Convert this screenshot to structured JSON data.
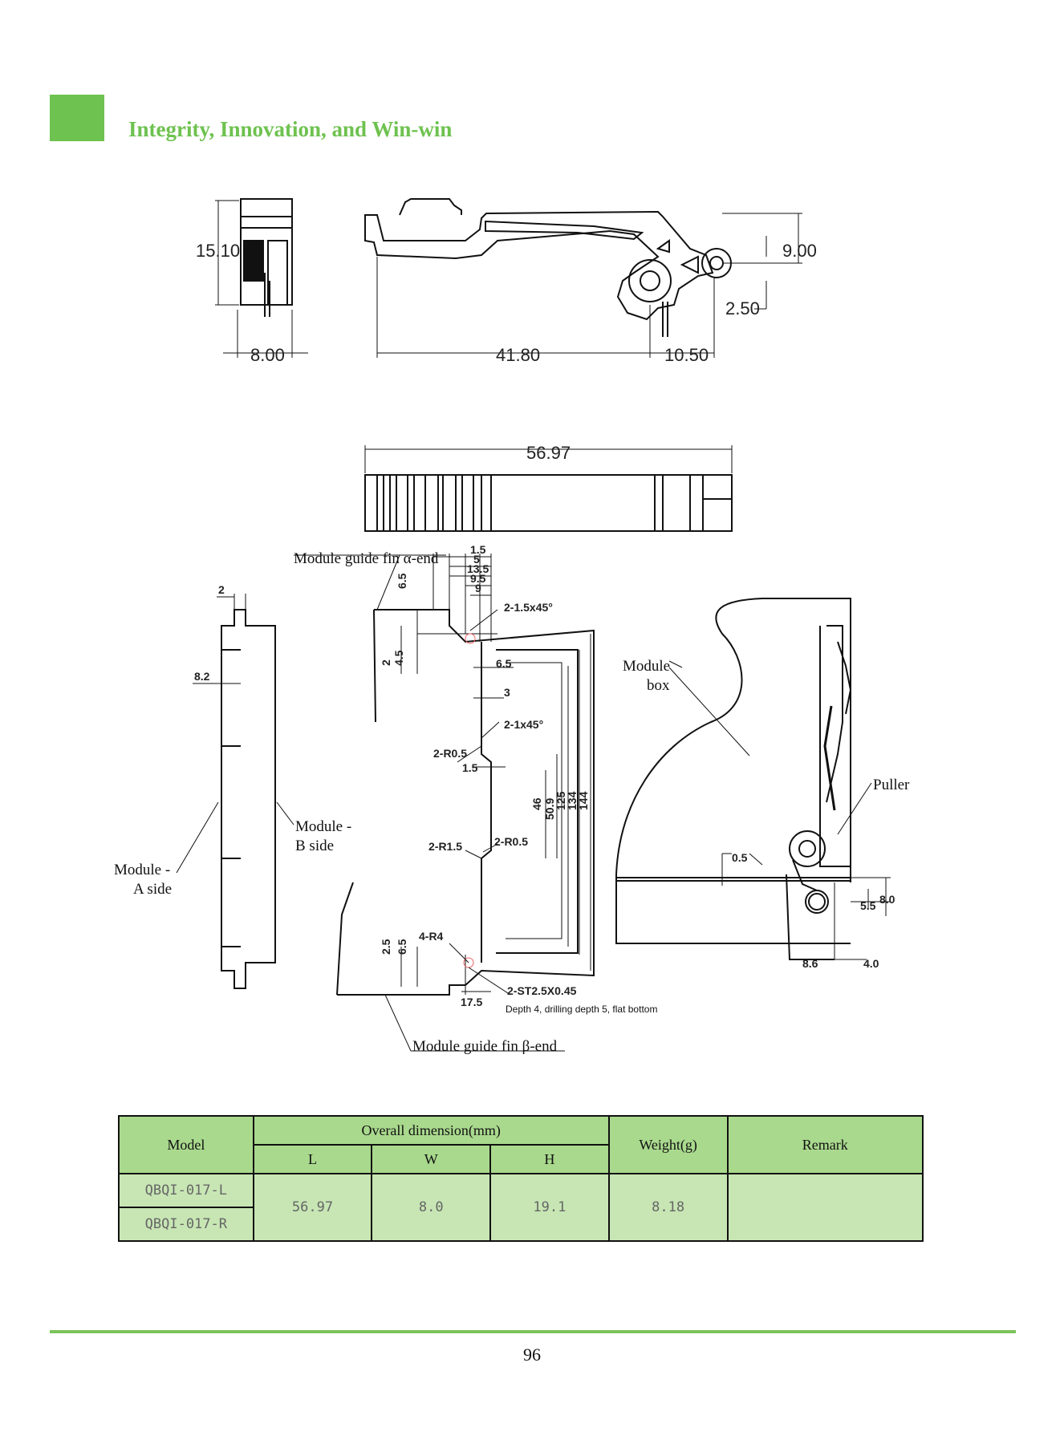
{
  "header": {
    "title": "Integrity, Innovation, and Win-win",
    "accent": "#6ec24f"
  },
  "drawing": {
    "dims_top": {
      "height": "15.10",
      "width": "8.00",
      "length": "41.80",
      "offset": "10.50",
      "v1": "9.00",
      "v2": "2.50"
    },
    "dims_mid": {
      "length": "56.97"
    },
    "labels": {
      "fin_alpha": "Module guide fin α-end",
      "fin_beta": "Module guide fin β-end",
      "b_side_1": "Module -",
      "b_side_2": "B side",
      "a_side_1": "Module -",
      "a_side_2": "A side",
      "box_1": "Module",
      "box_2": "box",
      "puller": "Puller",
      "note": "Depth 4, drilling depth 5, flat bottom"
    },
    "side_dims": {
      "d2": "2",
      "d82": "8.2"
    },
    "center_dims": [
      "1.5",
      "5",
      "13.5",
      "9.5",
      "9",
      "6.5",
      "2",
      "4.5",
      "6.5",
      "3",
      "2-1.5x45°",
      "2-1x45°",
      "2-R0.5",
      "1.5",
      "46",
      "50.9",
      "125",
      "134",
      "144",
      "2-R1.5",
      "2-R0.5",
      "4-R4",
      "2.5",
      "6.5",
      "17.5",
      "2-ST2.5X0.45"
    ],
    "right_dims": {
      "d05": "0.5",
      "d55": "5.5",
      "d80": "8.0",
      "d86": "8.6",
      "d40": "4.0"
    }
  },
  "table": {
    "headers": {
      "model": "Model",
      "overall": "Overall dimension(mm)",
      "L": "L",
      "W": "W",
      "H": "H",
      "weight": "Weight(g)",
      "remark": "Remark"
    },
    "rows": [
      {
        "model": "QBQI-017-L"
      },
      {
        "model": "QBQI-017-R"
      }
    ],
    "values": {
      "L": "56.97",
      "W": "8.0",
      "H": "19.1",
      "weight": "8.18",
      "remark": ""
    }
  },
  "footer": {
    "page": "96"
  }
}
